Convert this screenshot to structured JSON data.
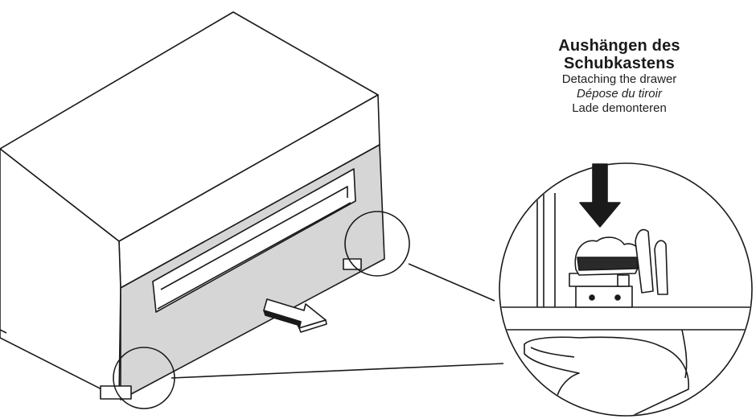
{
  "caption": {
    "title_line1": "Aushängen des",
    "title_line2": "Schubkastens",
    "english": "Detaching the drawer",
    "french": "Dépose du tiroir",
    "dutch": "Lade demonteren"
  },
  "colors": {
    "line": "#1a1a1a",
    "drawer_panel": "#d6d6d6",
    "cabinet": "#ffffff",
    "arrow_fill": "#ffffff"
  },
  "icons": {
    "pull_arrow": "arrow-right-icon",
    "press_arrow": "arrow-down-icon"
  }
}
